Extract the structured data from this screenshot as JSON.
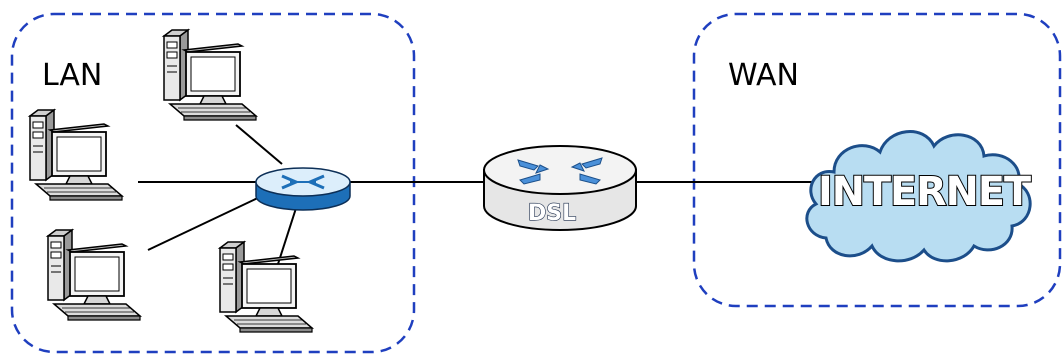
{
  "zones": {
    "lan_label": "LAN",
    "wan_label": "WAN"
  },
  "dsl_router": {
    "label": "DSL"
  },
  "internet_cloud": {
    "label": "INTERNET"
  },
  "colors": {
    "zone_border": "#1f3fbf",
    "link": "#000000",
    "switch_blue": "#1d6fb8",
    "cloud_fill": "#b8ddf2",
    "cloud_stroke": "#1c4e8a"
  },
  "icons": [
    "computer-icon",
    "network-switch-icon",
    "dsl-router-icon",
    "internet-cloud-icon"
  ]
}
